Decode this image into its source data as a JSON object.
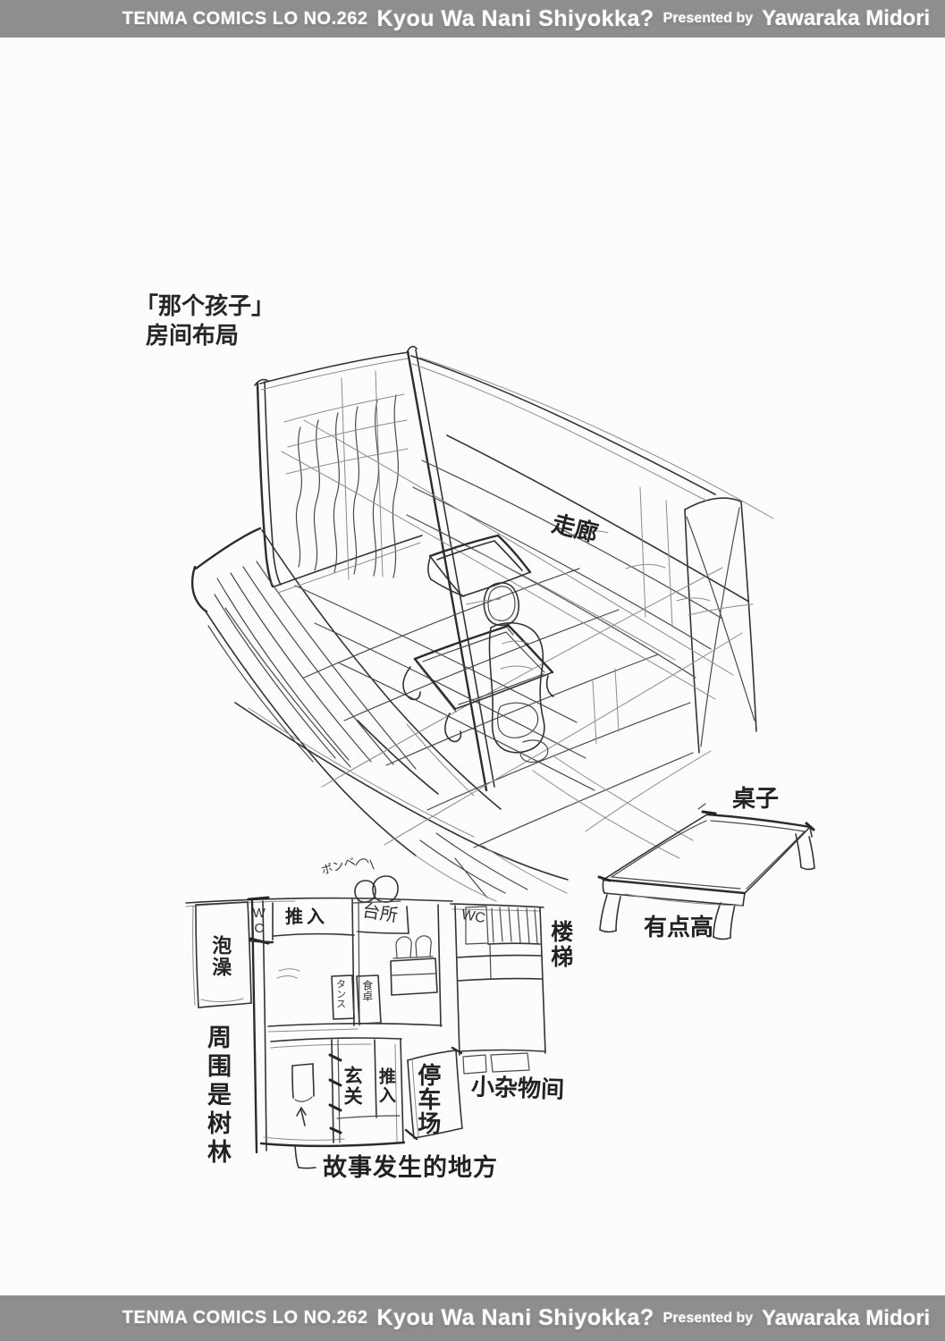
{
  "banner": {
    "series": "TENMA COMICS LO NO.262",
    "title": "Kyou Wa Nani Shiyokka?",
    "presented_by": "Presented by",
    "author": "Yawaraka Midori"
  },
  "page_title": {
    "line1": "「那个孩子」",
    "line2": "房间布局"
  },
  "labels": {
    "corridor": "走廊",
    "table": "桌子",
    "a_bit_tall": "有点高",
    "stairs": "楼梯",
    "bath": "泡澡",
    "wc_left": "WC",
    "closet_top": "推入",
    "kitchen": "台所",
    "gas_cylinder": "ボンベ",
    "wardrobe": "タンス",
    "dining_table": "食卓",
    "wc_right": "WC",
    "storage_room": "小杂物间",
    "entrance": "玄关",
    "closet_bottom": "推入",
    "parking_lot": "停车场",
    "surrounded_by_woods": "周围是树林",
    "story_place": "故事发生的地方"
  },
  "colors": {
    "banner_bg": "#8e8e8e",
    "banner_text": "#ffffff",
    "ink": "#2d2d2d",
    "paper": "#fcfcfc"
  }
}
